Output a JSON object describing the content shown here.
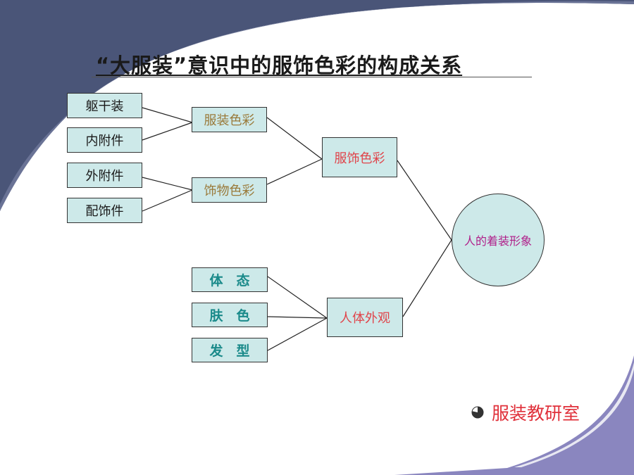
{
  "title": "“大服装”意识中的服饰色彩的构成关系",
  "nodes": {
    "leaf1": "躯干装",
    "leaf2": "内附件",
    "leaf3": "外附件",
    "leaf4": "配饰件",
    "clothing_color": "服装色彩",
    "accessory_color": "饰物色彩",
    "apparel_color": "服饰色彩",
    "posture": "体　态",
    "skin": "肤　色",
    "hair": "发　型",
    "appearance": "人体外观",
    "image": "人的着装形象"
  },
  "footer": {
    "text": "服装教研室",
    "bullet_icon": "pie-bullet-icon"
  },
  "colors": {
    "accent_dark": "#4a5578",
    "accent_purple": "#8a86bf",
    "box_fill": "#cde9e9",
    "mid_text": "#9a7a3a",
    "top_text": "#e0444a",
    "body_text": "#1a8a8a",
    "image_text": "#b0208a",
    "footer_text": "#e0303a"
  }
}
